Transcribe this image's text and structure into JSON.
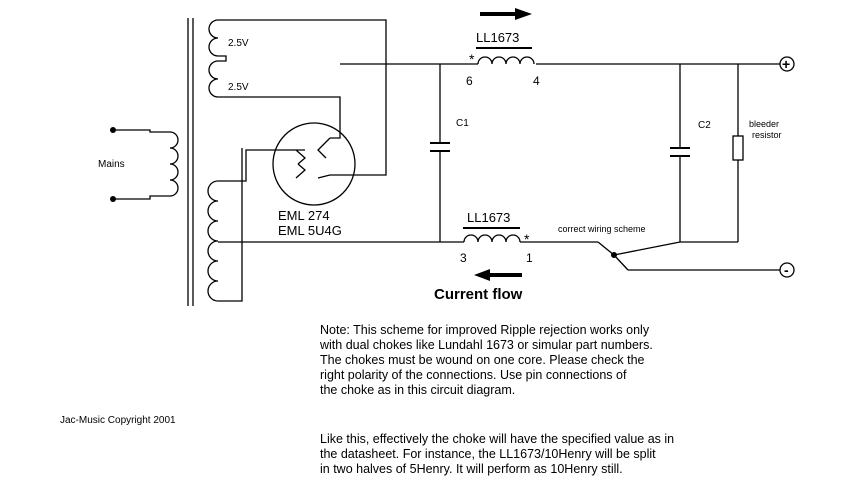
{
  "labels": {
    "winding_a": "2.5V",
    "winding_b": "2.5V",
    "mains": "Mains",
    "tube_line1": "EML 274",
    "tube_line2": "EML 5U4G",
    "choke_top": "LL1673",
    "choke_bottom": "LL1673",
    "pin_6": "6",
    "pin_4": "4",
    "pin_3": "3",
    "pin_1": "1",
    "dot_star": "*",
    "c1": "C1",
    "c2": "C2",
    "bleeder_line1": "bleeder",
    "bleeder_line2": "resistor",
    "wiring": "correct wiring scheme",
    "current_flow": "Current flow",
    "plus": "+",
    "minus": "-",
    "copyright": "Jac-Music   Copyright 2001"
  },
  "note1": "Note:  This scheme for improved Ripple rejection works only\nwith dual chokes like Lundahl 1673 or simular part numbers.\nThe chokes must be wound on one core.    Please check the\nright polarity of the connections.    Use pin connections of\nthe choke as in this circuit diagram.",
  "note2": "Like this, effectively  the choke will have the specified value as in\nthe datasheet.   For instance,  the LL1673/10Henry  will be split\nin two halves of 5Henry.   It will perform as 10Henry still."
}
